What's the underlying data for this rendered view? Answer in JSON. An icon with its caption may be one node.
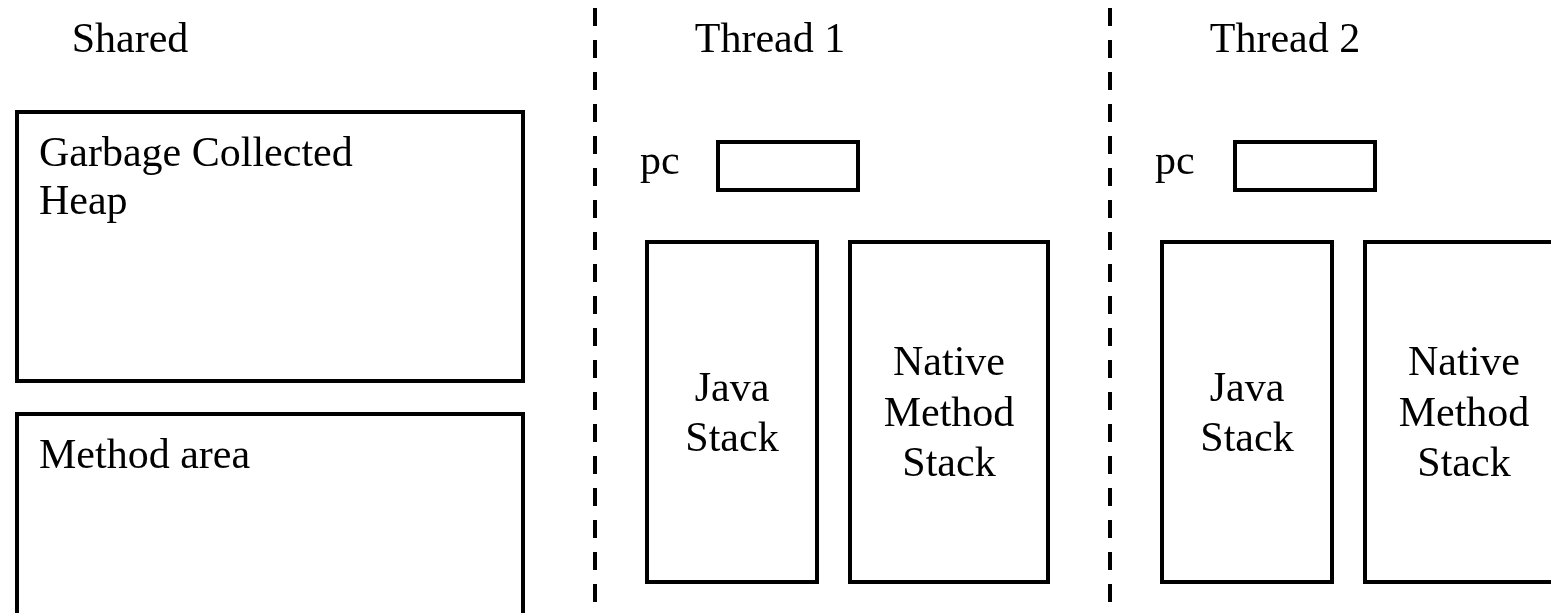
{
  "diagram": {
    "nodes": [
      {
        "text": [
          "Garbage Collected Heap"
        ]
      },
      {
        "text": [
          "Method area"
        ]
      },
      {
        "text": [],
        "shape": "box",
        "beside": [
          "pc"
        ]
      },
      {
        "text": [
          "Java Stack"
        ]
      },
      {
        "text": [
          "Native Method Stack"
        ]
      },
      {
        "text": [],
        "shape": "box",
        "beside": [
          "pc"
        ]
      },
      {
        "text": [
          "Java Stack"
        ]
      },
      {
        "text": [
          "Native Method Stack"
        ]
      }
    ],
    "labels": [
      "Shared",
      "Thread 1",
      "Thread 2"
    ]
  }
}
